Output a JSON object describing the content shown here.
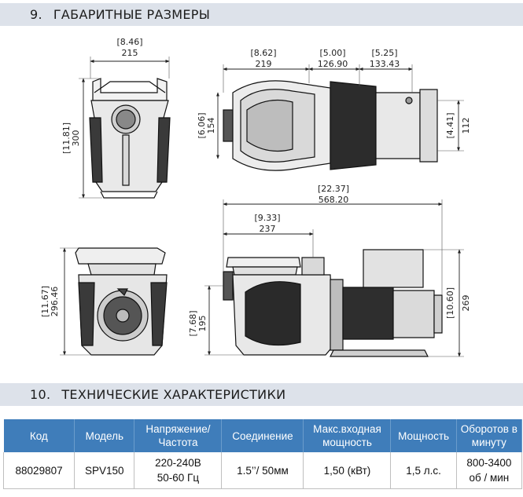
{
  "sections": {
    "dimensions": {
      "number": "9.",
      "title": "ГАБАРИТНЫЕ РАЗМЕРЫ"
    },
    "specs": {
      "number": "10.",
      "title": "ТЕХНИЧЕСКИЕ ХАРАКТЕРИСТИКИ"
    }
  },
  "dimensions": {
    "front_width_in": "[8.46]",
    "front_width_mm": "215",
    "front_height_in": "[11.81]",
    "front_height_mm": "300",
    "top_left_in": "[8.62]",
    "top_left_mm": "219",
    "top_mid_in": "[5.00]",
    "top_mid_mm": "126.90",
    "top_right_in": "[5.25]",
    "top_right_mm": "133.43",
    "top_left_h_in": "[6.06]",
    "top_left_h_mm": "154",
    "top_right_h_in": "[4.41]",
    "top_right_h_mm": "112",
    "back_height_in": "[11.67]",
    "back_height_mm": "296.46",
    "side_total_in": "[22.37]",
    "side_total_mm": "568.20",
    "side_part_in": "[9.33]",
    "side_part_mm": "237",
    "side_inlet_in": "[7.68]",
    "side_inlet_mm": "195",
    "side_height_in": "[10.60]",
    "side_height_mm": "269"
  },
  "spec_table": {
    "headers": [
      "Код",
      "Модель",
      "Напряжение/ Частота",
      "Соединение",
      "Макс.входная мощность",
      "Мощность",
      "Оборотов в минуту"
    ],
    "rows": [
      {
        "code": "88029807",
        "model": "SPV150",
        "voltage_line1": "220-240В",
        "voltage_line2": "50-60 Гц",
        "connection": "1.5’’/ 50мм",
        "max_input": "1,50 (кВт)",
        "power": "1,5 л.с.",
        "rpm_line1": "800-3400",
        "rpm_line2": "об / мин"
      }
    ]
  }
}
